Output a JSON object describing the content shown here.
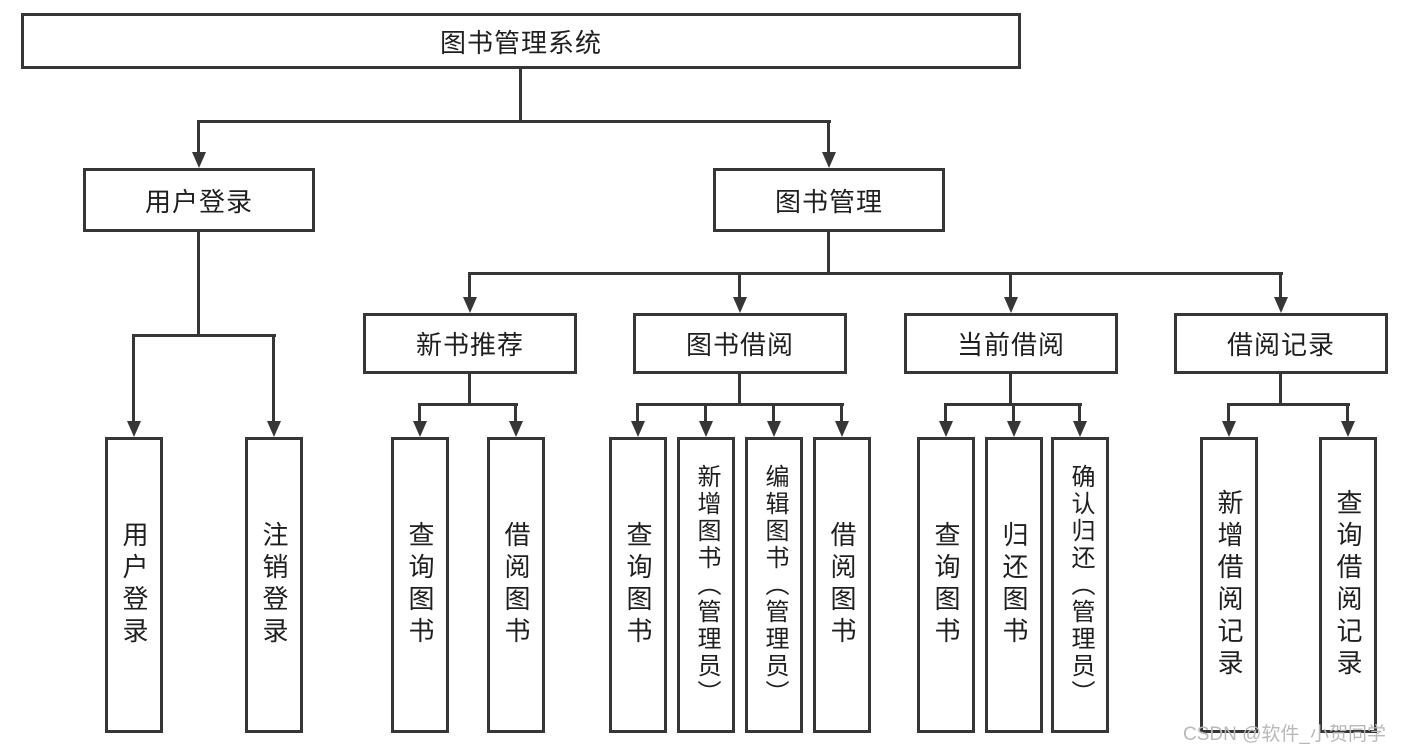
{
  "root": {
    "label": "图书管理系统"
  },
  "user_branch": {
    "label": "用户登录",
    "children": [
      {
        "label": "用户登录"
      },
      {
        "label": "注销登录"
      }
    ]
  },
  "book_branch": {
    "label": "图书管理",
    "sections": [
      {
        "label": "新书推荐",
        "children": [
          {
            "label": "查询图书"
          },
          {
            "label": "借阅图书"
          }
        ]
      },
      {
        "label": "图书借阅",
        "children": [
          {
            "label": "查询图书"
          },
          {
            "label": "新增图书（管理员）"
          },
          {
            "label": "编辑图书（管理员）"
          },
          {
            "label": "借阅图书"
          }
        ]
      },
      {
        "label": "当前借阅",
        "children": [
          {
            "label": "查询图书"
          },
          {
            "label": "归还图书"
          },
          {
            "label": "确认归还（管理员）"
          }
        ]
      },
      {
        "label": "借阅记录",
        "children": [
          {
            "label": "新增借阅记录"
          },
          {
            "label": "查询借阅记录"
          }
        ]
      }
    ]
  },
  "watermark": "CSDN @软件_小贺同学",
  "colors": {
    "line": "#363636",
    "text": "#1f1f1f",
    "watermark": "#b9b9b9",
    "background": "#ffffff"
  }
}
